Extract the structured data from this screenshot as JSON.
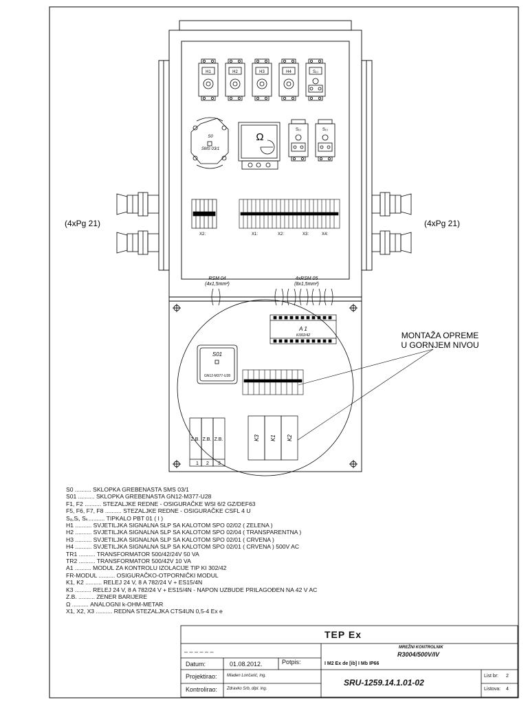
{
  "labels": {
    "pg_left": "(4xPg 21)",
    "pg_right": "(4xPg 21)",
    "montaza_line1": "MONTAŽA OPREME",
    "montaza_line2": "U GORNJEM NIVOU",
    "rsm04": "RSM 04",
    "rsm04_sec": "(4x1,5mm²)",
    "rsm05": "4xRSM 05",
    "rsm05_sec": "(8x1,5mm²)"
  },
  "components": {
    "h1": "H1",
    "h2": "H2",
    "h3": "H3",
    "h4": "H4",
    "s_top": "S₍ᵢ₎",
    "s0": "S0",
    "sms": "SMS 03/1",
    "ohm": "Ω",
    "s_mid1": "S₍ᵢ₎",
    "s_mid2": "S₍ᵢ₎",
    "x2a": "X2:",
    "x1": "X1:",
    "x2b": "X2:",
    "x3": "X3:",
    "x4": "X4:",
    "a1": "A 1",
    "a1_sub": "KI302/42",
    "s01": "S01",
    "s01_sub": "GN12-M377-U28",
    "zb1": "Z.B.",
    "zb2": "Z.B.",
    "zb3": "Z.B.",
    "zb_n1": "1",
    "zb_n2": "2",
    "zb_n3": "3",
    "k3": "K3",
    "k1": "K1",
    "k2": "K2"
  },
  "legend": [
    "S0 .......... SKLOPKA GREBENASTA   SMS 03/1",
    "S01 .......... SKLOPKA GREBENASTA   GN12-M377-U28",
    "F1, F2 .......... STEZALJKE REDNE - OSIGURAČKE WSI 6/2 GZ/DEF63",
    "F5, F6, F7, F8 .......... STEZALJKE REDNE - OSIGURAČKE CSFL 4 U",
    "Sₐ,Sᵢ, Sₖ.......... TIPKALO PBT 01 ( I )",
    "H1 .......... SVJETILJKA SIGNALNA SLP SA KALOTOM SPO 02/02 ( ZELENA )",
    "H2 .......... SVJETILJKA SIGNALNA SLP SA KALOTOM SPO 02/04 ( TRANSPARENTNA )",
    "H3 .......... SVJETILJKA SIGNALNA SLP SA KALOTOM SPO 02/01 ( CRVENA )",
    "H4 .......... SVJETILJKA SIGNALNA SLP SA KALOTOM SPO 02/01 ( CRVENA )  500V AC",
    "TR1 .......... TRANSFORMATOR    500/42/24V   50 VA",
    "TR2 .......... TRANSFORMATOR    500/42V   10 VA",
    "A1 .......... MODUL ZA KONTROLU IZOLACIJE TIP  KI 302/42",
    "FR-MODUL .......... OSIGURAČKO-OTPORNIČKI MODUL",
    "K1, K2 .......... RELEJ  24 V, 8 A   782/24 V   +  ES15/4N",
    "K3 .......... RELEJ  24 V, 8 A   782/24 V   +  ES15/4N - NAPON UZBUDE PRILAGOĐEN NA 42 V AC",
    "Z.B. .......... ZENER BARIJERE",
    "Ω .......... ANALOGNI k-OHM-METAR",
    "X1, X2, X3 .......... REDNA STEZALJKA  CTS4UN 0,5-4  Ex e"
  ],
  "title_block": {
    "logo": "TEP Ex",
    "product_title": "MREŽNI KONTROLNIK",
    "product_code": "R3004/500V/IV",
    "dashes": "– – – – – –",
    "datum_label": "Datum:",
    "datum_value": "01.08.2012.",
    "potpis_label": "Potpis:",
    "projektirao_label": "Projektirao:",
    "projektirao_value": "Mladen Lončarić, ing.",
    "kontrolirao_label": "Kontrolirao:",
    "kontrolirao_value": "Zdravko Srb, dipl. ing.",
    "ex_marking": "I M2 Ex de [ib] I Mb  IP66",
    "drawing_no": "SRU-1259.14.1.01-02",
    "list_label": "List br:",
    "list_value": "2",
    "listova_label": "Listova:",
    "listova_value": "4"
  }
}
